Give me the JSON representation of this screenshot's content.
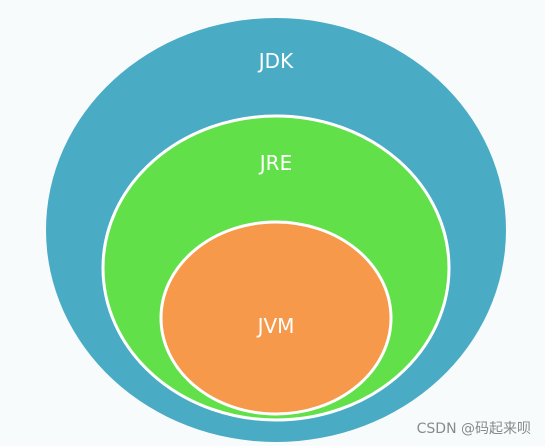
{
  "diagram": {
    "outer_label": "JDK",
    "middle_label": "JRE",
    "inner_label": "JVM"
  },
  "colors": {
    "outer": "#4aabc5",
    "middle": "#62e04a",
    "inner": "#f7994a",
    "stroke": "#ffffff"
  },
  "watermark": "CSDN @码起来呗"
}
